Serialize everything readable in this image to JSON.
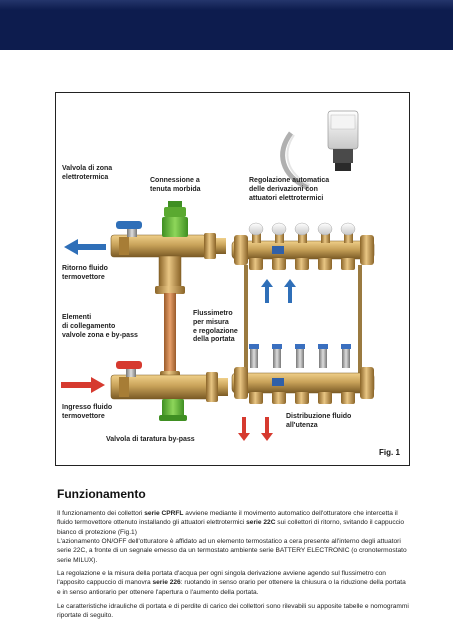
{
  "figure": {
    "labels": {
      "valvola_zona": "Valvola di zona\nelettrotermica",
      "connessione": "Connessione a\ntenuta morbida",
      "regolazione": "Regolazione automatica\ndelle derivazioni con\nattuatori elettrotermici",
      "ritorno": "Ritorno fluido\ntermovettore",
      "elementi": "Elementi\ndi collegamento\nvalvole zona e by-pass",
      "flussimetro": "Flussimetro\nper misura\ne regolazione\ndella portata",
      "ingresso": "Ingresso   fluido\ntermovettore",
      "distribuzione": "Distribuzione   fluido\nall'utenza",
      "taratura": "Valvola di taratura by-pass"
    },
    "fig_number": "Fig. 1"
  },
  "section": {
    "title": "Funzionamento"
  },
  "paragraphs": {
    "p1": {
      "a": "Il funzionamento dei collettori ",
      "b1": "serie CPRFL",
      "c": " avviene mediante il movimento automatico dell'otturatore che intercetta il fluido termovettore ottenuto installando gli attuatori elettrotermici ",
      "b2": "serie 22C",
      "d": " sui collettori di ritorno, svitando il cappuccio bianco di protezione (Fig.1)"
    },
    "p2": "L'azionamento ON/OFF dell'otturatore è affidato ad un elemento termostatico a cera presente all'interno degli attuatori serie 22C, a fronte di un segnale emesso da un termostato ambiente serie BATTERY ELECTRONIC (o cronotermostato serie MILUX).",
    "p3": {
      "a": "La regolazione e la misura della portata d'acqua per ogni singola derivazione avviene agendo sul flussimetro con l'apposito cappuccio di manovra ",
      "b": "serie 226",
      "c": ": ruotando in senso orario per ottenere la chiusura o la riduzione della portata e in senso antiorario per ottenere l'apertura o l'aumento della portata."
    },
    "p4": "Le caratteristiche idrauliche di portata e di perdite di carico dei collettori sono rilevabili su apposite tabelle e nomogrammi riportate di seguito."
  },
  "colors": {
    "header": "#0d1c4e",
    "brass": "#c9a35a",
    "arrow_blue": "#2f6fb8",
    "arrow_red": "#d63a2f",
    "valve_green": "#6cbf3a"
  }
}
